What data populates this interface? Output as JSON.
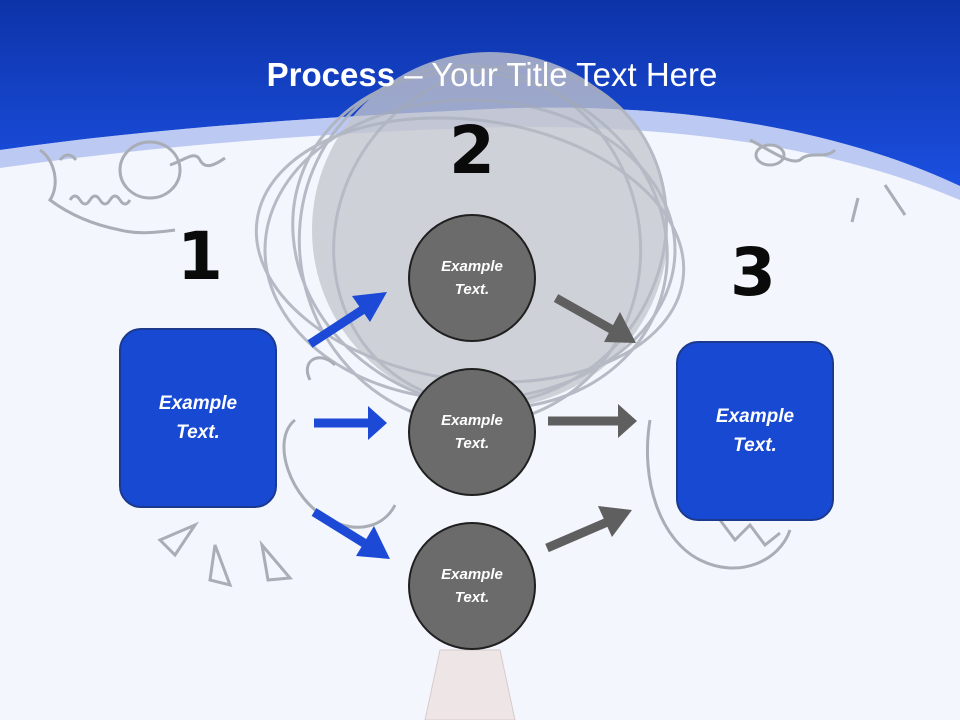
{
  "slide": {
    "title_bold": "Process",
    "title_rest": " – Your Title Text Here",
    "numbers": [
      "1",
      "2",
      "3"
    ],
    "left_box_text": "Example\nText.",
    "right_box_text": "Example\nText.",
    "circles": [
      "Example\nText.",
      "Example\nText.",
      "Example\nText."
    ]
  },
  "colors": {
    "header_blue": "#1849d2",
    "box_blue": "#1849d2",
    "circle_gray": "#6b6b6b",
    "arrow_blue": "#1c4ad6",
    "arrow_gray": "#5f5f5f"
  },
  "icons": [
    "lightbulb-doodle-icon",
    "scribble-ball-doodle-icon",
    "lightbulb-doodle-icon"
  ]
}
